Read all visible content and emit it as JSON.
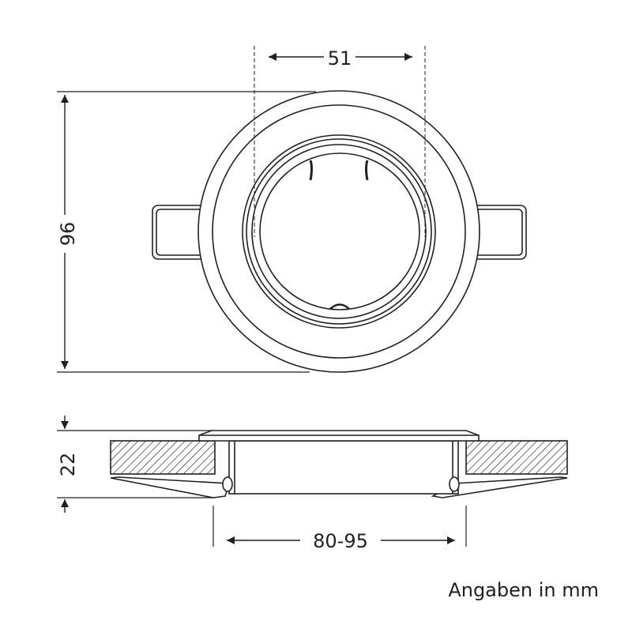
{
  "dimensions": {
    "inner_width": "51",
    "outer_diameter": "96",
    "height": "22",
    "cutout": "80-95"
  },
  "note": "Angaben in mm",
  "colors": {
    "line": "#231f20",
    "background": "#ffffff"
  }
}
